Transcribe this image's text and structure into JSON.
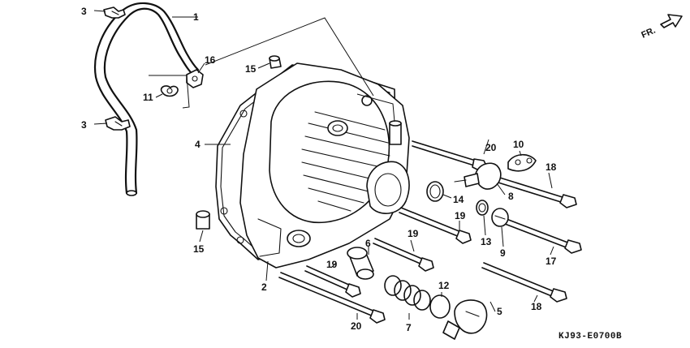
{
  "diagram": {
    "drawing_code": "KJ93-E0700B",
    "direction_label": "FR.",
    "callouts": {
      "c1": "1",
      "c2": "2",
      "c3a": "3",
      "c3b": "3",
      "c4": "4",
      "c5": "5",
      "c6": "6",
      "c7": "7",
      "c8": "8",
      "c9": "9",
      "c10": "10",
      "c11": "11",
      "c12": "12",
      "c13": "13",
      "c14": "14",
      "c15a": "15",
      "c15b": "15",
      "c16": "16",
      "c17": "17",
      "c18a": "18",
      "c18b": "18",
      "c19a": "19",
      "c19b": "19",
      "c19c": "19",
      "c20a": "20",
      "c20b": "20"
    }
  }
}
